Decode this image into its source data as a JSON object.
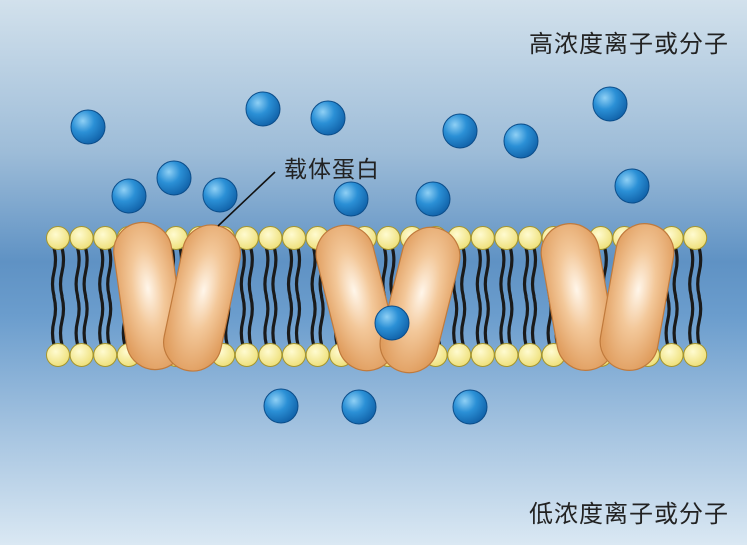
{
  "labels": {
    "high": "高浓度离子或分子",
    "low": "低浓度离子或分子",
    "carrier": "载体蛋白"
  },
  "colors": {
    "molecule": "#1a76c4",
    "phospholipid_head": "#f6eb8e",
    "lipid_tail": "#1a1a1a",
    "carrier_protein": "#ecb27c"
  },
  "membrane": {
    "type": "phospholipid-bilayer",
    "carrier_protein_pairs": 3
  }
}
